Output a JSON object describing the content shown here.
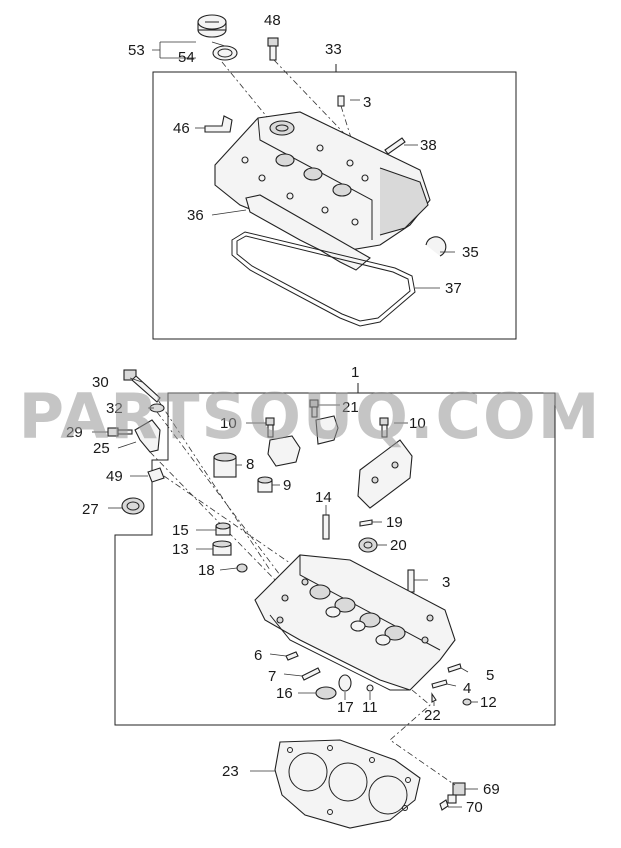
{
  "watermark": "PARTSOUQ.COM",
  "labels": {
    "l1": "1",
    "l3a": "3",
    "l3b": "3",
    "l4": "4",
    "l5": "5",
    "l6": "6",
    "l7": "7",
    "l8": "8",
    "l9": "9",
    "l10a": "10",
    "l10b": "10",
    "l11": "11",
    "l12": "12",
    "l13": "13",
    "l14": "14",
    "l15": "15",
    "l16": "16",
    "l17": "17",
    "l18": "18",
    "l19": "19",
    "l20": "20",
    "l21": "21",
    "l22": "22",
    "l23": "23",
    "l25": "25",
    "l27": "27",
    "l29": "29",
    "l30": "30",
    "l32": "32",
    "l33": "33",
    "l35": "35",
    "l36": "36",
    "l37": "37",
    "l38": "38",
    "l46": "46",
    "l48": "48",
    "l49": "49",
    "l53": "53",
    "l54": "54",
    "l69": "69",
    "l70": "70"
  }
}
